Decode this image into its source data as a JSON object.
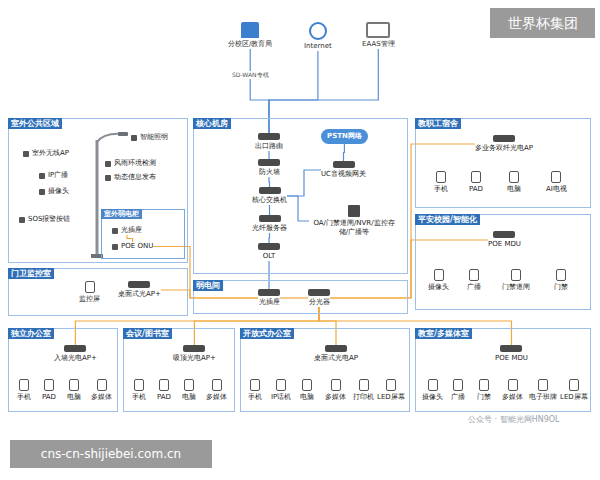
{
  "diagram": {
    "nodes": [
      {
        "text": [
          "分校区/教育局"
        ]
      },
      {
        "text": [
          "Internet"
        ]
      },
      {
        "text": [
          "EAAS管理"
        ]
      },
      {
        "text": [
          "室外公共区域"
        ]
      },
      {
        "text": [
          "智能照明"
        ],
        "in": 3
      },
      {
        "text": [
          "室外无线AP"
        ],
        "in": 3
      },
      {
        "text": [
          "风雨环境检测"
        ],
        "in": 3
      },
      {
        "text": [
          "动态信息发布"
        ],
        "in": 3
      },
      {
        "text": [
          "IP广播"
        ],
        "in": 3
      },
      {
        "text": [
          "摄像头"
        ],
        "in": 3
      },
      {
        "text": [
          "SOS报警按钮"
        ],
        "in": 3
      },
      {
        "text": [
          "室外弱电柜"
        ],
        "in": 3
      },
      {
        "text": [
          "光插座"
        ],
        "in": 11
      },
      {
        "text": [
          "POE ONU"
        ],
        "in": 11
      },
      {
        "text": [
          "核心机房"
        ]
      },
      {
        "text": [
          "出口路由"
        ],
        "in": 14
      },
      {
        "text": [
          "PSTN网络"
        ],
        "in": 14
      },
      {
        "text": [
          "防火墙"
        ],
        "in": 14
      },
      {
        "text": [
          "UC音视频网关"
        ],
        "in": 14
      },
      {
        "text": [
          "核心交换机"
        ],
        "in": 14
      },
      {
        "text": [
          "光纤服务器"
        ],
        "in": 14
      },
      {
        "text": [
          "OA/门禁道闸/NVR/监控存储/广播等"
        ],
        "in": 14
      },
      {
        "text": [
          "OLT"
        ],
        "in": 14
      },
      {
        "text": [
          "教职工宿舍"
        ]
      },
      {
        "text": [
          "多业务双纤光电AP"
        ],
        "in": 23
      },
      {
        "text": [
          "手机"
        ],
        "in": 23
      },
      {
        "text": [
          "PAD"
        ],
        "in": 23
      },
      {
        "text": [
          "电脑"
        ],
        "in": 23
      },
      {
        "text": [
          "AI电视"
        ],
        "in": 23
      },
      {
        "text": [
          "平安校园/智能化"
        ]
      },
      {
        "text": [
          "POE MDU"
        ],
        "in": 29
      },
      {
        "text": [
          "摄像头"
        ],
        "in": 29
      },
      {
        "text": [
          "广播"
        ],
        "in": 29
      },
      {
        "text": [
          "门禁道闸"
        ],
        "in": 29
      },
      {
        "text": [
          "门禁"
        ],
        "in": 29
      },
      {
        "text": [
          "门卫监控室"
        ]
      },
      {
        "text": [
          "监控屏"
        ],
        "in": 35
      },
      {
        "text": [
          "桌面式光AP+"
        ],
        "in": 35
      },
      {
        "text": [
          "弱电间"
        ]
      },
      {
        "text": [
          "光插座"
        ],
        "in": 38
      },
      {
        "text": [
          "分光器"
        ],
        "in": 38
      },
      {
        "text": [
          "独立办公室"
        ]
      },
      {
        "text": [
          "入墙光电AP+"
        ],
        "in": 41
      },
      {
        "text": [
          "手机"
        ],
        "in": 41
      },
      {
        "text": [
          "PAD"
        ],
        "in": 41
      },
      {
        "text": [
          "电脑"
        ],
        "in": 41
      },
      {
        "text": [
          "多媒体"
        ],
        "in": 41
      },
      {
        "text": [
          "会议/图书室"
        ]
      },
      {
        "text": [
          "吸顶光电AP+"
        ],
        "in": 47
      },
      {
        "text": [
          "手机"
        ],
        "in": 47
      },
      {
        "text": [
          "PAD"
        ],
        "in": 47
      },
      {
        "text": [
          "电脑"
        ],
        "in": 47
      },
      {
        "text": [
          "多媒体"
        ],
        "in": 47
      },
      {
        "text": [
          "开放式办公室"
        ]
      },
      {
        "text": [
          "桌面式光电AP"
        ],
        "in": 53
      },
      {
        "text": [
          "手机"
        ],
        "in": 53
      },
      {
        "text": [
          "IP话机"
        ],
        "in": 53
      },
      {
        "text": [
          "电脑"
        ],
        "in": 53
      },
      {
        "text": [
          "多媒体"
        ],
        "in": 53
      },
      {
        "text": [
          "打印机"
        ],
        "in": 53
      },
      {
        "text": [
          "LED屏幕"
        ],
        "in": 53
      },
      {
        "text": [
          "教室/多媒体室"
        ]
      },
      {
        "text": [
          "POE MDU"
        ],
        "in": 61
      },
      {
        "text": [
          "摄像头"
        ],
        "in": 61
      },
      {
        "text": [
          "广播"
        ],
        "in": 61
      },
      {
        "text": [
          "门禁"
        ],
        "in": 61
      },
      {
        "text": [
          "多媒体"
        ],
        "in": 61
      },
      {
        "text": [
          "电子班牌"
        ],
        "in": 61
      },
      {
        "text": [
          "LED屏幕"
        ],
        "in": 61
      }
    ],
    "edges": [
      {
        "from": 0,
        "to": 15,
        "arrow": "none",
        "label": "SD-WAN专线"
      },
      {
        "from": 1,
        "to": 15,
        "arrow": "none"
      },
      {
        "from": 2,
        "to": 15,
        "arrow": "none"
      },
      {
        "from": 15,
        "to": 17,
        "arrow": "none"
      },
      {
        "from": 17,
        "to": 19,
        "arrow": "none"
      },
      {
        "from": 19,
        "to": 18,
        "arrow": "none"
      },
      {
        "from": 18,
        "to": 16,
        "arrow": "none"
      },
      {
        "from": 19,
        "to": 21,
        "arrow": "none"
      },
      {
        "from": 19,
        "to": 20,
        "arrow": "none"
      },
      {
        "from": 20,
        "to": 22,
        "arrow": "none"
      },
      {
        "from": 22,
        "to": 39,
        "arrow": "none"
      },
      {
        "from": 39,
        "to": 40,
        "arrow": "none"
      },
      {
        "from": 39,
        "to": 13,
        "arrow": "none"
      },
      {
        "from": 39,
        "to": 37,
        "arrow": "none"
      },
      {
        "from": 12,
        "to": 13,
        "arrow": "none"
      },
      {
        "from": 40,
        "to": 24,
        "arrow": "none"
      },
      {
        "from": 40,
        "to": 30,
        "arrow": "none"
      },
      {
        "from": 40,
        "to": 42,
        "arrow": "none"
      },
      {
        "from": 40,
        "to": 48,
        "arrow": "none"
      },
      {
        "from": 40,
        "to": 54,
        "arrow": "none"
      },
      {
        "from": 40,
        "to": 62,
        "arrow": "none"
      }
    ],
    "labels": [
      "世界杯集团",
      "cns-cn-shijiebei.com.cn",
      "公众号 · 智能光网HN9OL"
    ]
  }
}
